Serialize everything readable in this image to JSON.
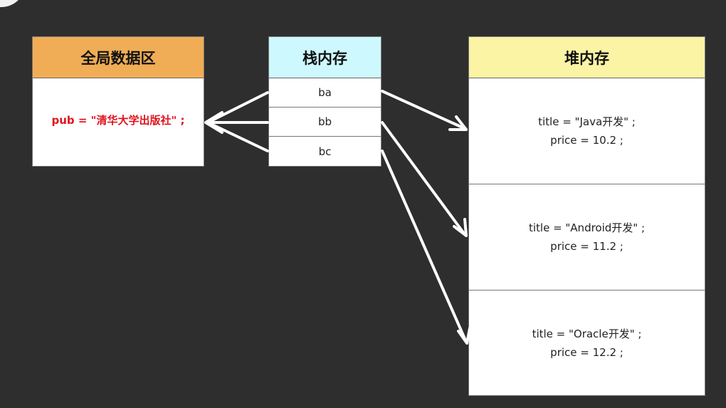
{
  "global_area": {
    "title": "全局数据区",
    "content": "pub = \"清华大学出版社\" ;"
  },
  "stack_area": {
    "title": "栈内存",
    "cells": [
      "ba",
      "bb",
      "bc"
    ]
  },
  "heap_area": {
    "title": "堆内存",
    "objects": [
      {
        "title_line": "title = \"Java开发\" ;",
        "price_line": "price = 10.2 ;"
      },
      {
        "title_line": "title = \"Android开发\" ;",
        "price_line": "price = 11.2 ;"
      },
      {
        "title_line": "title = \"Oracle开发\" ;",
        "price_line": "price = 12.2 ;"
      }
    ]
  },
  "colors": {
    "background": "#2e2e2e",
    "global_header": "#f0ad55",
    "stack_header": "#cdf9fe",
    "heap_header": "#fbf4a4",
    "highlight_text": "#e0141d",
    "arrow": "#ffffff"
  }
}
